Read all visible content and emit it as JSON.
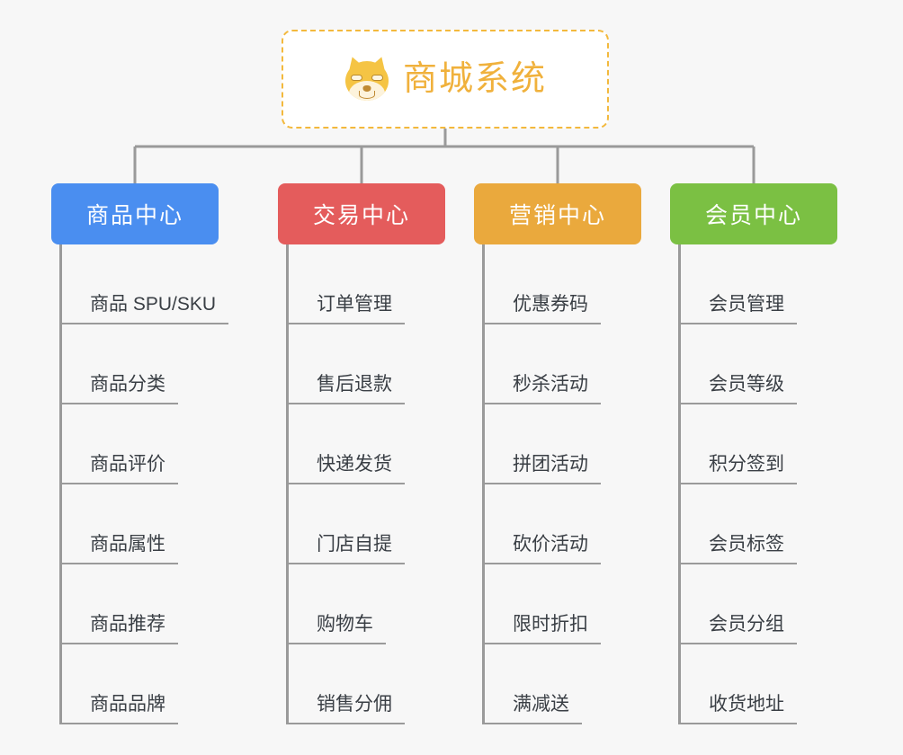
{
  "page": {
    "background_color": "#f7f7f7",
    "line_color": "#9a9a9a",
    "leaf_text_color": "#3a3f45"
  },
  "root": {
    "title": "商城系统",
    "icon": "shiba-inu-face-icon",
    "border_color": "#f3b93d",
    "border_style": "dashed",
    "text_color": "#f0b13c",
    "background_color": "#ffffff"
  },
  "columns": [
    {
      "id": "product-center",
      "header": "商品中心",
      "color": "#4a8ef0",
      "items": [
        "商品 SPU/SKU",
        "商品分类",
        "商品评价",
        "商品属性",
        "商品推荐",
        "商品品牌"
      ]
    },
    {
      "id": "trade-center",
      "header": "交易中心",
      "color": "#e45c5c",
      "items": [
        "订单管理",
        "售后退款",
        "快递发货",
        "门店自提",
        "购物车",
        "销售分佣"
      ]
    },
    {
      "id": "marketing-center",
      "header": "营销中心",
      "color": "#eaa93d",
      "items": [
        "优惠券码",
        "秒杀活动",
        "拼团活动",
        "砍价活动",
        "限时折扣",
        "满减送"
      ]
    },
    {
      "id": "member-center",
      "header": "会员中心",
      "color": "#7bc043",
      "items": [
        "会员管理",
        "会员等级",
        "积分签到",
        "会员标签",
        "会员分组",
        "收货地址"
      ]
    }
  ]
}
